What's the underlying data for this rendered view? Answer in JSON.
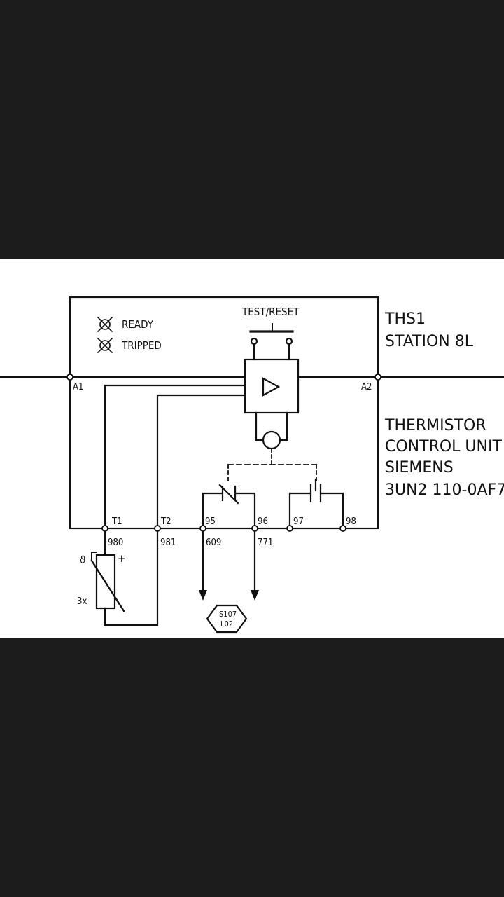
{
  "diagram": {
    "indicators": {
      "ready": "READY",
      "tripped": "TRIPPED"
    },
    "button": "TEST/RESET",
    "id_block": {
      "line1": "THS1",
      "line2": "STATION 8L"
    },
    "desc_block": {
      "line1": "THERMISTOR",
      "line2": "CONTROL UNIT",
      "line3": "SIEMENS",
      "line4": "3UN2 110-0AF7"
    },
    "terminals": {
      "a1": "A1",
      "a2": "A2",
      "t1": "T1",
      "t2": "T2",
      "t95": "95",
      "t96": "96",
      "t97": "97",
      "t98": "98"
    },
    "wires": {
      "w980": "980",
      "w981": "981",
      "w609": "609",
      "w771": "771"
    },
    "sensor": {
      "count": "3x",
      "plus": "+",
      "theta": "ϑ"
    },
    "ref_tag": {
      "line1": "S107",
      "line2": "L02"
    }
  },
  "colors": {
    "background": "#1c1c1c",
    "sheet": "#ffffff",
    "ink": "#111111"
  }
}
